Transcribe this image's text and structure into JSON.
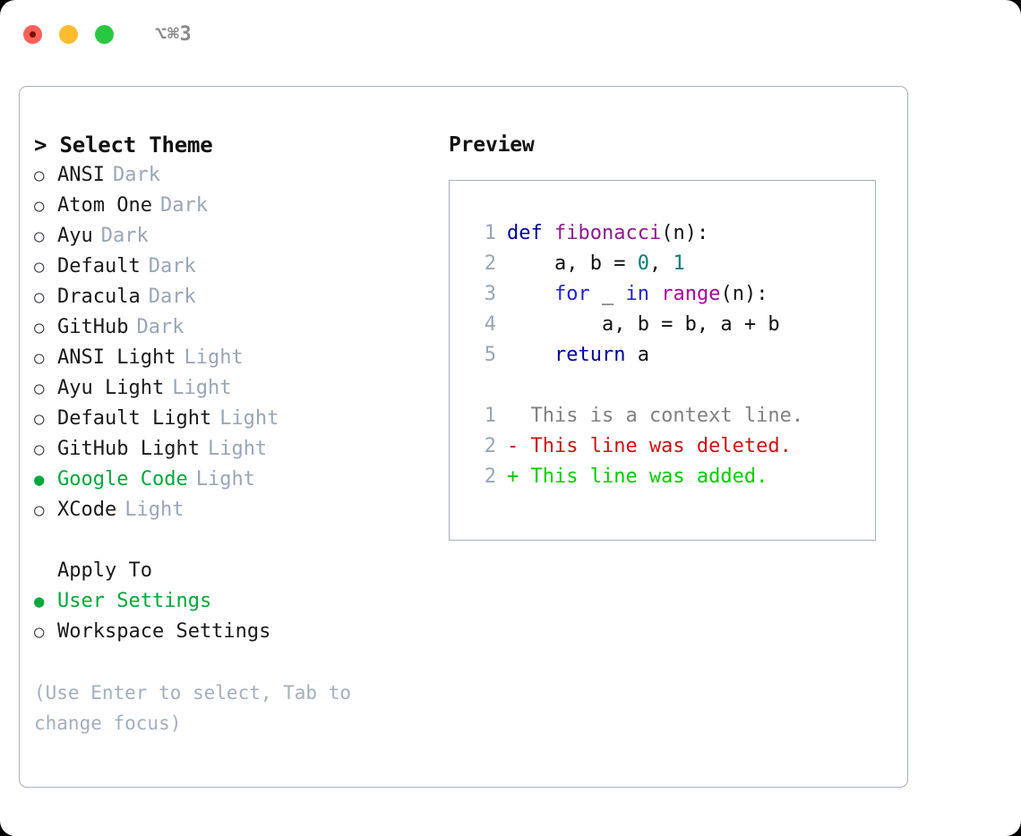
{
  "titlebar": {
    "title": "⌥⌘3",
    "buttons": {
      "close": "close-button",
      "minimize": "minimize-button",
      "maximize": "maximize-button"
    }
  },
  "colors": {
    "accent_green": "#00a83c",
    "muted": "#9aa6b6",
    "border": "#a7b0bf",
    "diff_add": "#00cc00",
    "diff_del": "#cc1111",
    "keyword": "#000099",
    "function": "#8d1a8d",
    "number": "#0a7b77"
  },
  "theme_picker": {
    "header": "> Select Theme",
    "bullet_selected": "●",
    "bullet_unselected": "○",
    "items": [
      {
        "name": "ANSI",
        "kind": "Dark",
        "selected": false
      },
      {
        "name": "Atom One",
        "kind": "Dark",
        "selected": false
      },
      {
        "name": "Ayu",
        "kind": "Dark",
        "selected": false
      },
      {
        "name": "Default",
        "kind": "Dark",
        "selected": false
      },
      {
        "name": "Dracula",
        "kind": "Dark",
        "selected": false
      },
      {
        "name": "GitHub",
        "kind": "Dark",
        "selected": false
      },
      {
        "name": "ANSI Light",
        "kind": "Light",
        "selected": false
      },
      {
        "name": "Ayu Light",
        "kind": "Light",
        "selected": false
      },
      {
        "name": "Default Light",
        "kind": "Light",
        "selected": false
      },
      {
        "name": "GitHub Light",
        "kind": "Light",
        "selected": false
      },
      {
        "name": "Google Code",
        "kind": "Light",
        "selected": true
      },
      {
        "name": "XCode",
        "kind": "Light",
        "selected": false
      }
    ]
  },
  "apply_to": {
    "header": "Apply To",
    "items": [
      {
        "name": "User Settings",
        "selected": true
      },
      {
        "name": "Workspace Settings",
        "selected": false
      }
    ]
  },
  "hint": "(Use Enter to select, Tab to change focus)",
  "preview": {
    "title": "Preview",
    "code_lines": [
      {
        "num": "1",
        "tokens": [
          {
            "t": "def",
            "c": "kw"
          },
          {
            "t": " ",
            "c": "plain"
          },
          {
            "t": "fibonacci",
            "c": "fn"
          },
          {
            "t": "(n):",
            "c": "plain"
          }
        ]
      },
      {
        "num": "2",
        "tokens": [
          {
            "t": "    a, b = ",
            "c": "plain"
          },
          {
            "t": "0",
            "c": "num"
          },
          {
            "t": ", ",
            "c": "plain"
          },
          {
            "t": "1",
            "c": "num"
          }
        ]
      },
      {
        "num": "3",
        "tokens": [
          {
            "t": "    ",
            "c": "plain"
          },
          {
            "t": "for",
            "c": "kw2"
          },
          {
            "t": " _ ",
            "c": "plain"
          },
          {
            "t": "in",
            "c": "kw2"
          },
          {
            "t": " ",
            "c": "plain"
          },
          {
            "t": "range",
            "c": "fn2"
          },
          {
            "t": "(n):",
            "c": "plain"
          }
        ]
      },
      {
        "num": "4",
        "tokens": [
          {
            "t": "        a, b = b, a + b",
            "c": "plain"
          }
        ]
      },
      {
        "num": "5",
        "tokens": [
          {
            "t": "    ",
            "c": "plain"
          },
          {
            "t": "return",
            "c": "kw"
          },
          {
            "t": " a",
            "c": "plain"
          }
        ]
      }
    ],
    "diff_lines": [
      {
        "num": "1",
        "text": "  This is a context line.",
        "kind": "ctx"
      },
      {
        "num": "2",
        "text": "- This line was deleted.",
        "kind": "del"
      },
      {
        "num": "2",
        "text": "+ This line was added.",
        "kind": "add"
      }
    ]
  }
}
